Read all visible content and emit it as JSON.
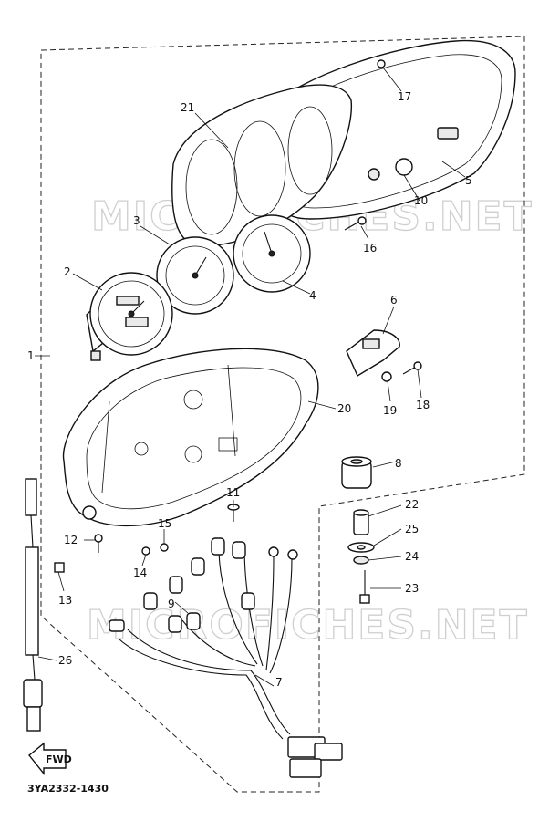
{
  "watermark": "MICROFICHES.NET",
  "diagram_code": "3YA2332-1430",
  "forward_arrow_label": "FWD",
  "callouts": [
    {
      "id": "c1",
      "text": "1"
    },
    {
      "id": "c2",
      "text": "2"
    },
    {
      "id": "c3",
      "text": "3"
    },
    {
      "id": "c4",
      "text": "4"
    },
    {
      "id": "c5",
      "text": "5"
    },
    {
      "id": "c6",
      "text": "6"
    },
    {
      "id": "c7",
      "text": "7"
    },
    {
      "id": "c8",
      "text": "8"
    },
    {
      "id": "c9",
      "text": "9"
    },
    {
      "id": "c10",
      "text": "10"
    },
    {
      "id": "c11",
      "text": "11"
    },
    {
      "id": "c12",
      "text": "12"
    },
    {
      "id": "c13",
      "text": "13"
    },
    {
      "id": "c14",
      "text": "14"
    },
    {
      "id": "c15",
      "text": "15"
    },
    {
      "id": "c16",
      "text": "16"
    },
    {
      "id": "c17",
      "text": "17"
    },
    {
      "id": "c18",
      "text": "18"
    },
    {
      "id": "c19",
      "text": "19"
    },
    {
      "id": "c20",
      "text": "20"
    },
    {
      "id": "c21",
      "text": "21"
    },
    {
      "id": "c22",
      "text": "22"
    },
    {
      "id": "c23",
      "text": "23"
    },
    {
      "id": "c24",
      "text": "24"
    },
    {
      "id": "c25",
      "text": "25"
    },
    {
      "id": "c26",
      "text": "26"
    }
  ]
}
